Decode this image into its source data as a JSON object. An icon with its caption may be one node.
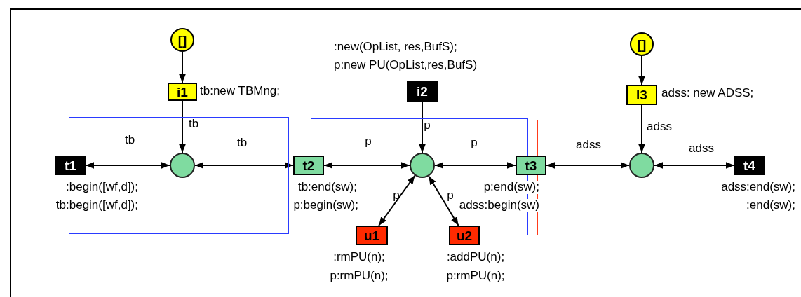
{
  "diagram": {
    "nodes": [
      {
        "text": [
          "[]"
        ]
      },
      {
        "text": [
          "i1"
        ],
        "beside": [
          "tb:new TBMng;"
        ]
      },
      {
        "text": [],
        "shape": "box"
      },
      {
        "text": [],
        "shape": "circle",
        "in": 2
      },
      {
        "text": [
          "t1"
        ],
        "beside": [
          ":begin([wf,d]);",
          "tb:begin([wf,d]);"
        ]
      },
      {
        "text": [
          "i2"
        ],
        "beside": [
          ":new(OpList, res,BufS);",
          "p:new PU(OpList,res,BufS)"
        ]
      },
      {
        "text": [],
        "shape": "box"
      },
      {
        "text": [],
        "shape": "circle",
        "in": 6
      },
      {
        "text": [
          "t2"
        ],
        "beside": [
          "tb:end(sw);",
          "p:begin(sw);"
        ]
      },
      {
        "text": [
          "t3"
        ],
        "beside": [
          "p:end(sw);",
          "adss:begin(sw)"
        ]
      },
      {
        "text": [
          "u1"
        ],
        "beside": [
          ":rmPU(n);",
          "p:rmPU(n);"
        ]
      },
      {
        "text": [
          "u2"
        ],
        "beside": [
          ":addPU(n);",
          "p:rmPU(n);"
        ]
      },
      {
        "text": [
          "[]"
        ]
      },
      {
        "text": [
          "i3"
        ],
        "beside": [
          "adss: new ADSS;"
        ]
      },
      {
        "text": [],
        "shape": "box"
      },
      {
        "text": [],
        "shape": "circle",
        "in": 14
      },
      {
        "text": [
          "t4"
        ],
        "beside": [
          "adss:end(sw);",
          ":end(sw);"
        ]
      }
    ],
    "edges": [
      {
        "from": 0,
        "to": 1,
        "arrow": "to"
      },
      {
        "from": 1,
        "to": 3,
        "arrow": "to",
        "label": "tb"
      },
      {
        "from": 3,
        "to": 4,
        "arrow": "both",
        "label": "tb"
      },
      {
        "from": 3,
        "to": 8,
        "arrow": "both",
        "label": "tb"
      },
      {
        "from": 5,
        "to": 7,
        "arrow": "to",
        "label": "p"
      },
      {
        "from": 7,
        "to": 8,
        "arrow": "both",
        "label": "p"
      },
      {
        "from": 7,
        "to": 9,
        "arrow": "both",
        "label": "p"
      },
      {
        "from": 7,
        "to": 10,
        "arrow": "both",
        "label": "p"
      },
      {
        "from": 7,
        "to": 11,
        "arrow": "both",
        "label": "p"
      },
      {
        "from": 12,
        "to": 13,
        "arrow": "to"
      },
      {
        "from": 13,
        "to": 15,
        "arrow": "to",
        "label": "adss"
      },
      {
        "from": 15,
        "to": 9,
        "arrow": "both",
        "label": "adss"
      },
      {
        "from": 15,
        "to": 16,
        "arrow": "both",
        "label": "adss"
      }
    ]
  }
}
